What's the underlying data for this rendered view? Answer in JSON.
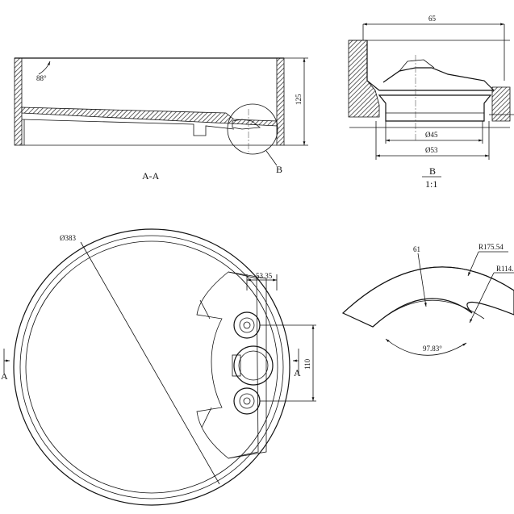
{
  "section_view": {
    "label": "A-A",
    "angle": "88°",
    "height": "125",
    "detail_callout": "B"
  },
  "detail_view": {
    "width": "65",
    "inner_diameter": "Ø45",
    "outer_diameter": "Ø53",
    "label": "B",
    "scale": "1:1"
  },
  "plan_view": {
    "diameter": "Ø383",
    "offset": "53.35",
    "spacing": "110",
    "section_mark_left": "A",
    "section_mark_right": "A"
  },
  "arc_view": {
    "width": "61",
    "outer_radius": "R175.54",
    "inner_radius": "R114.",
    "angle": "97.83°"
  }
}
